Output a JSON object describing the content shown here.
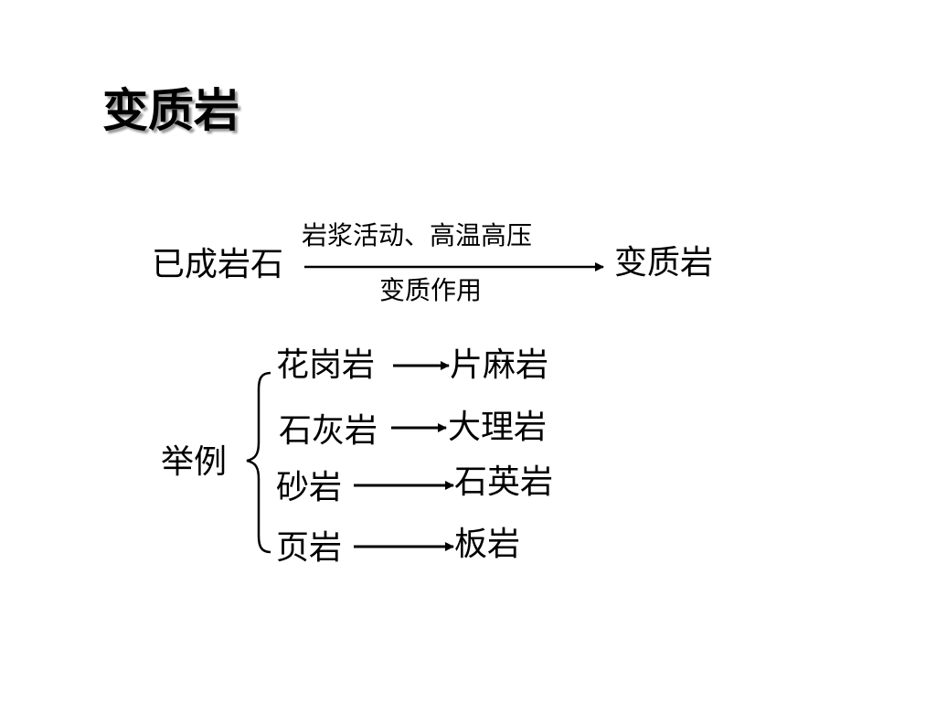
{
  "title": "变质岩",
  "process": {
    "source": "已成岩石",
    "condition_above": "岩浆活动、高温高压",
    "condition_below": "变质作用",
    "result": "变质岩"
  },
  "examples": {
    "label": "举例",
    "pairs": [
      {
        "from": "花岗岩",
        "to": "片麻岩"
      },
      {
        "from": "石灰岩",
        "to": "大理岩"
      },
      {
        "from": "砂岩",
        "to": "石英岩"
      },
      {
        "from": "页岩",
        "to": "板岩"
      }
    ]
  }
}
